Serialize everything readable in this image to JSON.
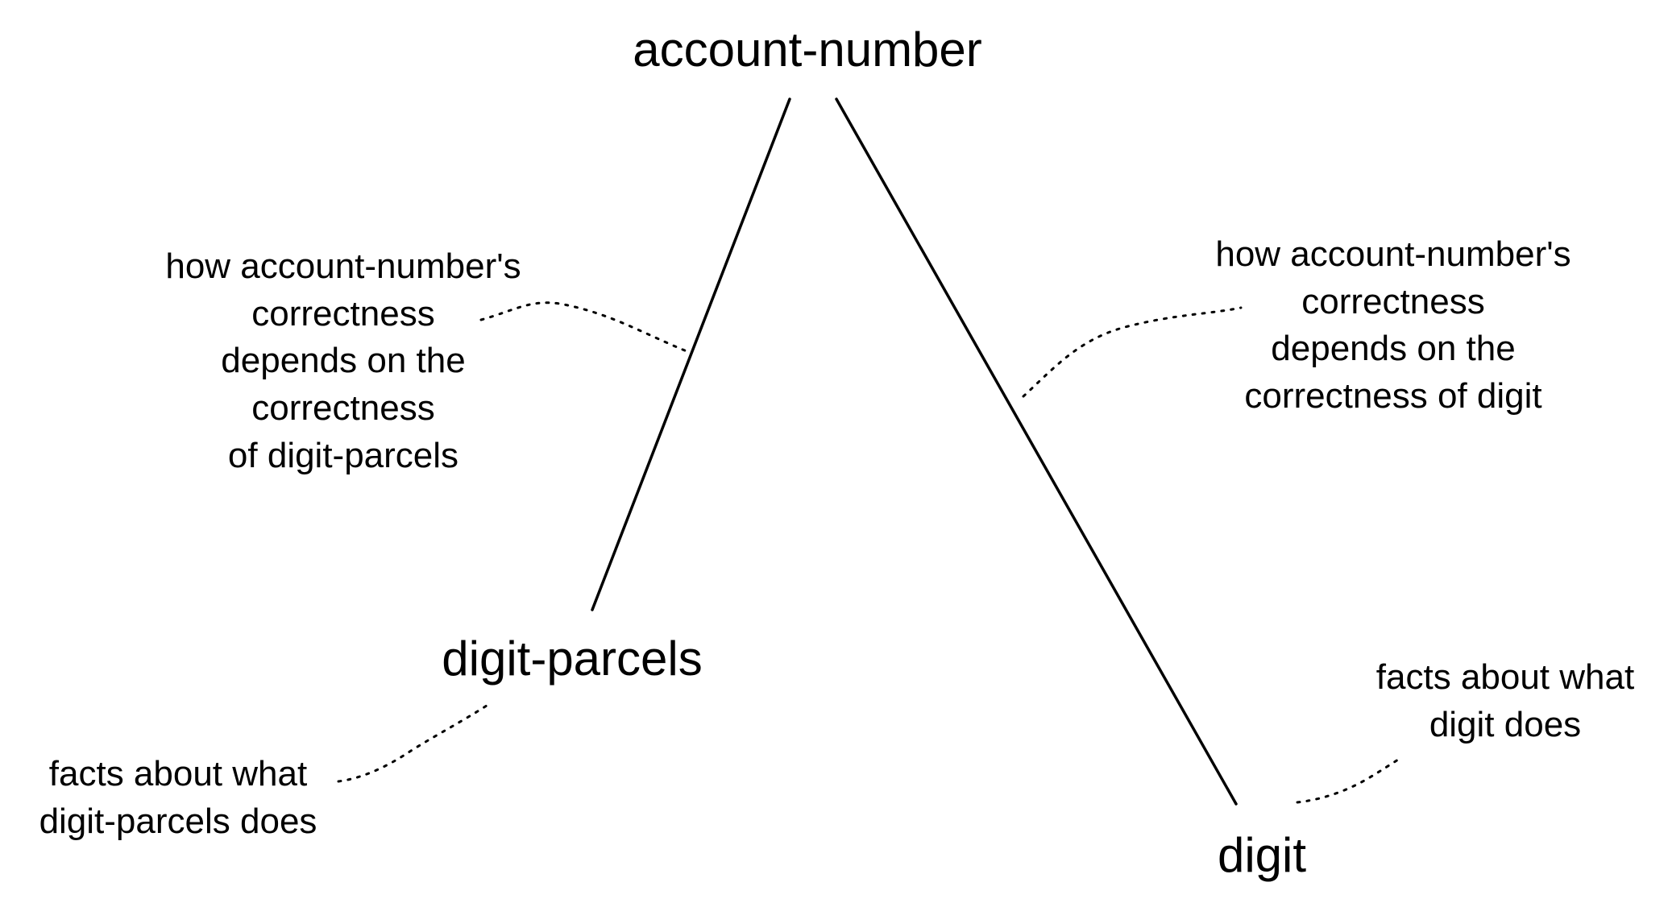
{
  "nodes": {
    "account_number": "account-number",
    "digit_parcels": "digit-parcels",
    "digit": "digit"
  },
  "notes": {
    "left_dependency": [
      "how account-number's",
      "correctness",
      "depends on the",
      "correctness",
      "of digit-parcels"
    ],
    "right_dependency": [
      "how account-number's",
      "correctness",
      "depends on the",
      "correctness of digit"
    ],
    "digit_parcels_facts": [
      "facts about what",
      "digit-parcels does"
    ],
    "digit_facts": [
      "facts about what",
      "digit does"
    ]
  },
  "colors": {
    "ink": "#000000",
    "background": "#ffffff"
  }
}
